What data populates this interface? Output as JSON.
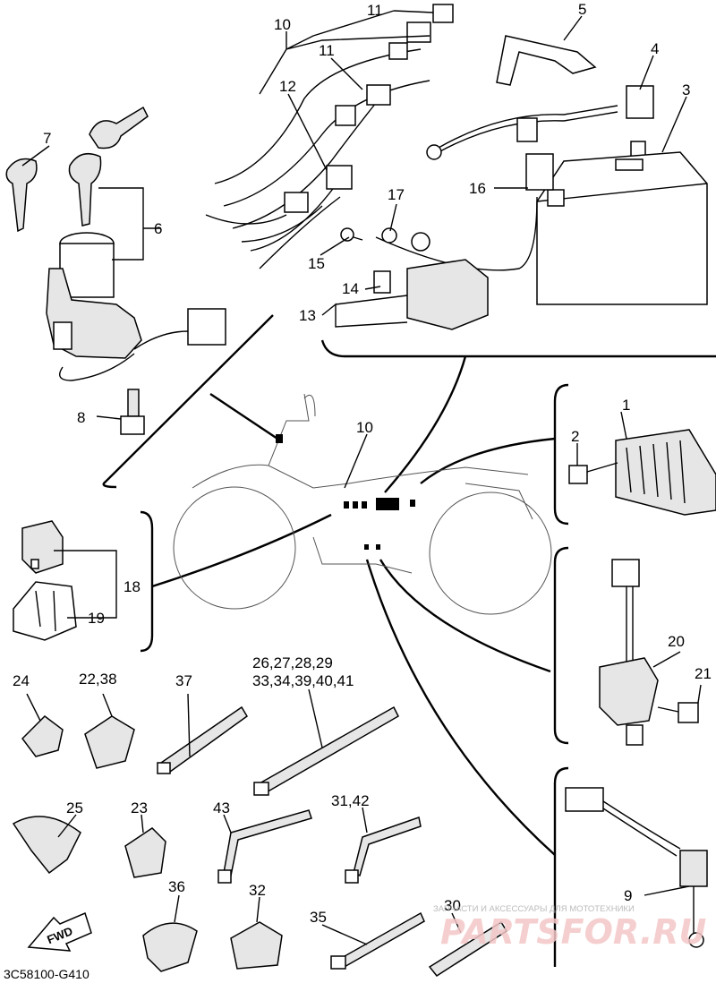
{
  "labels": {
    "l1": "1",
    "l2": "2",
    "l3": "3",
    "l4": "4",
    "l5": "5",
    "l6": "6",
    "l7": "7",
    "l8": "8",
    "l9": "9",
    "l10a": "10",
    "l10b": "10",
    "l11a": "11",
    "l11b": "11",
    "l12": "12",
    "l13": "13",
    "l14": "14",
    "l15": "15",
    "l16": "16",
    "l17": "17",
    "l18": "18",
    "l19": "19",
    "l20": "20",
    "l21": "21",
    "l22_38": "22,38",
    "l23": "23",
    "l24": "24",
    "l25": "25",
    "l26_29": "26,27,28,29",
    "l33_41": "33,34,39,40,41",
    "l30": "30",
    "l31_42": "31,42",
    "l32": "32",
    "l35": "35",
    "l36": "36",
    "l37": "37",
    "l43": "43"
  },
  "fwd_text": "FWD",
  "diagram_code": "3C58100-G410",
  "watermark": {
    "tagline": "ЗАПЧАСТИ И АКСЕССУАРЫ ДЛЯ МОТОТЕХНИКИ",
    "brand": "PARTSFOR.RU"
  }
}
